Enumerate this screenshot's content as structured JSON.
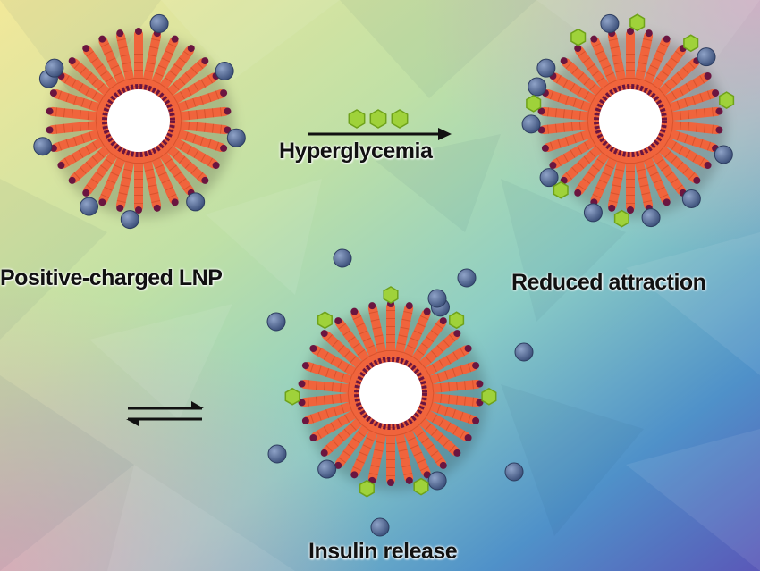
{
  "labels": {
    "positive_lnp": "Positive-charged LNP",
    "hyperglycemia": "Hyperglycemia",
    "reduced_attraction": "Reduced attraction",
    "insulin_release": "Insulin release"
  },
  "colors": {
    "lipid_tail": "#f0643c",
    "lipid_head": "#6b1540",
    "inner_ring": "#6b1540",
    "insulin": "#4a6088",
    "glucose": "#9fd23a",
    "arrow": "#111111"
  },
  "icons": [
    "glucose-hexagon-icon",
    "insulin-sphere-icon",
    "equilibrium-arrow-icon"
  ]
}
